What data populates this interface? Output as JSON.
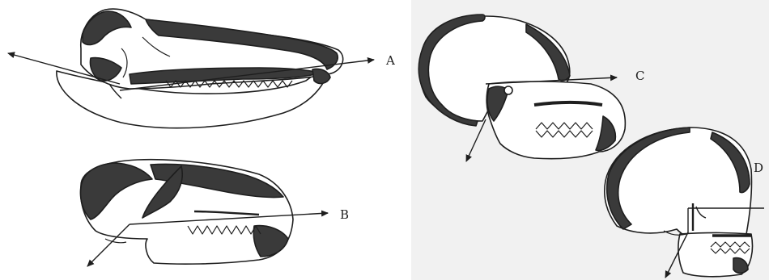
{
  "figure": {
    "panels": [
      {
        "id": "A",
        "label": "A",
        "subject": "skull-a"
      },
      {
        "id": "B",
        "label": "B",
        "subject": "skull-b"
      },
      {
        "id": "C",
        "label": "C",
        "subject": "skull-c"
      },
      {
        "id": "D",
        "label": "D",
        "subject": "skull-d"
      }
    ]
  },
  "colors": {
    "ink": "#1e1e1e",
    "bone_shading": "#3a3a3a",
    "background_left": "#ffffff",
    "background_right": "#f1f1f1"
  }
}
